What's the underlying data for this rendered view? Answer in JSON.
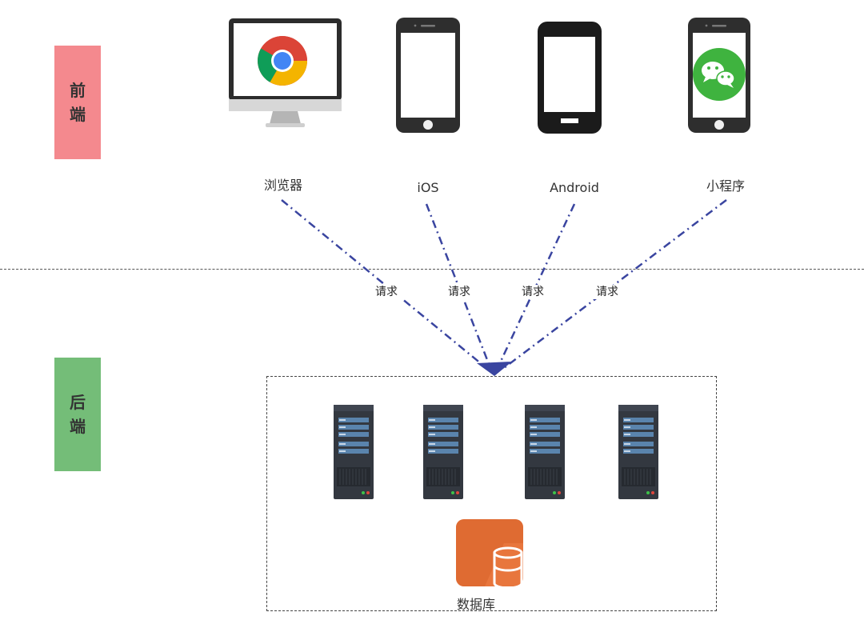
{
  "layers": {
    "frontend": {
      "label_chars": [
        "前",
        "端"
      ],
      "color": "#f4898e"
    },
    "backend": {
      "label_chars": [
        "后",
        "端"
      ],
      "color": "#74bd78"
    }
  },
  "clients": [
    {
      "label": "浏览器",
      "icon": "desktop-browser-icon"
    },
    {
      "label": "iOS",
      "icon": "iphone-icon"
    },
    {
      "label": "Android",
      "icon": "android-phone-icon"
    },
    {
      "label": "小程序",
      "icon": "wechat-miniprogram-icon"
    }
  ],
  "requests": [
    "请求",
    "请求",
    "请求",
    "请求"
  ],
  "backend": {
    "servers": [
      {
        "icon": "server-icon"
      },
      {
        "icon": "server-icon"
      },
      {
        "icon": "server-icon"
      },
      {
        "icon": "server-icon"
      }
    ],
    "database": {
      "label": "数据库",
      "icon": "database-icon",
      "color": "#e8763d"
    }
  },
  "colors": {
    "arrow": "#3a45a0",
    "server_body": "#333840",
    "server_slot": "#5a84ad",
    "chrome_red": "#db4437",
    "chrome_green": "#0f9d58",
    "chrome_yellow": "#f4b400",
    "chrome_blue": "#4285f4",
    "wechat_green": "#3fb33f"
  }
}
